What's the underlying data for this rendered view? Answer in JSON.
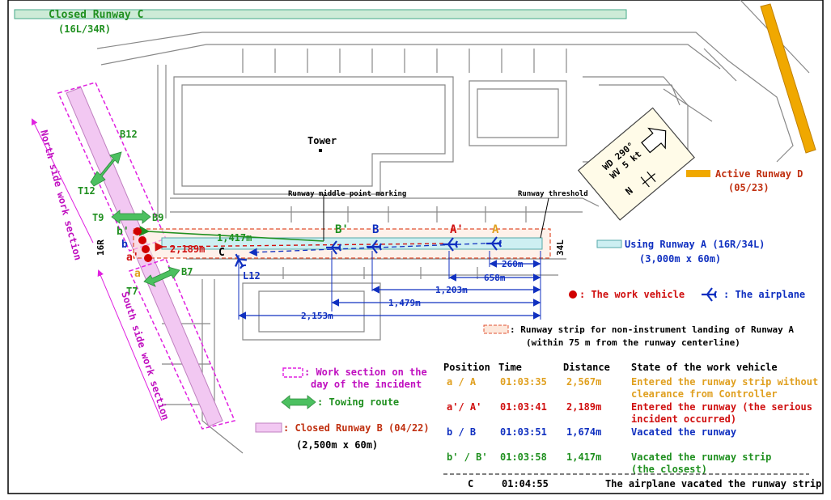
{
  "title_runway_c": "Closed Runway C",
  "title_runway_c_code": "(16L/34R)",
  "tower": "Tower",
  "wind_line1": "WD 290°",
  "wind_line2": "WV 5 kt",
  "north_letter": "N",
  "active_runway_d": "Active Runway D",
  "active_runway_d_code": "(05/23)",
  "runway_middle_marking": "Runway middle point marking",
  "runway_threshold": "Runway threshold",
  "using_runway_a": "Using Runway A (16R/34L)",
  "using_runway_a_size": "(3,000m x 60m)",
  "north_work_section": "North side work section",
  "south_work_section": "South side work section",
  "legend": {
    "work_vehicle": ": The work vehicle",
    "airplane": ": The airplane",
    "strip": ": Runway strip for non-instrument landing of Runway A",
    "strip2": "(within 75 m from the runway centerline)",
    "work_section": ": Work section on the",
    "work_section2": "day of the incident",
    "towing": ": Towing route",
    "closed_b": ": Closed Runway B (04/22)",
    "closed_b_size": "(2,500m x 60m)"
  },
  "map_labels": {
    "B12": "B12",
    "T12": "T12",
    "T9": "T9",
    "B9": "B9",
    "T7": "T7",
    "B7": "B7",
    "L12": "L12",
    "r16R": "16R",
    "r34L": "34L",
    "a": "a",
    "a_prime": "a'",
    "b": "b",
    "b_prime": "b'",
    "C": "C",
    "A": "A",
    "A_prime": "A'",
    "B": "B",
    "B_prime": "B'"
  },
  "distances": {
    "d1417": "1,417m",
    "d2189": "2,189m",
    "d260": "260m",
    "d658": "658m",
    "d1203": "1,203m",
    "d1479": "1,479m",
    "d2153": "2,153m"
  },
  "table": {
    "headers": [
      "Position",
      "Time",
      "Distance",
      "State of the work vehicle"
    ],
    "rows": [
      {
        "pos": "a / A",
        "time": "01:03:35",
        "dist": "2,567m",
        "state1": "Entered the runway strip without",
        "state2": "clearance from Controller",
        "color": "#e0a020"
      },
      {
        "pos": "a'/ A'",
        "time": "01:03:41",
        "dist": "2,189m",
        "state1": "Entered the runway (the serious",
        "state2": "incident occurred)",
        "color": "#d01010"
      },
      {
        "pos": "b / B",
        "time": "01:03:51",
        "dist": "1,674m",
        "state1": "Vacated the runway",
        "state2": "",
        "color": "#1030c0"
      },
      {
        "pos": "b' / B'",
        "time": "01:03:58",
        "dist": "1,417m",
        "state1": "Vacated the runway strip",
        "state2": "(the closest)",
        "color": "#209020"
      }
    ],
    "last": {
      "pos": "C",
      "time": "01:04:55",
      "state": "The airplane vacated the runway strip"
    }
  },
  "colors": {
    "runway_c": "#cdebd7",
    "runway_d": "#f0a800",
    "runway_a": "#cdeff2",
    "runway_b": "#f2c8f2",
    "vehicle": "#d00000",
    "airplane": "#1030c0",
    "towing": "#4cc060",
    "strip": "#f0a080",
    "work": "#e020e0"
  }
}
